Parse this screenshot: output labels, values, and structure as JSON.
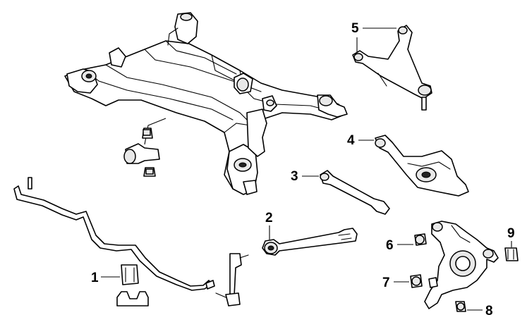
{
  "callouts": [
    {
      "number": "1",
      "part": "stabilizer-bar-bushing"
    },
    {
      "number": "2",
      "part": "lower-link-rod"
    },
    {
      "number": "3",
      "part": "lateral-link"
    },
    {
      "number": "4",
      "part": "lower-control-arm"
    },
    {
      "number": "5",
      "part": "upper-control-arm"
    },
    {
      "number": "6",
      "part": "knuckle-bushing-upper"
    },
    {
      "number": "7",
      "part": "knuckle-bushing-lower"
    },
    {
      "number": "8",
      "part": "knuckle-bushing-small"
    },
    {
      "number": "9",
      "part": "knuckle-bushing-outer"
    }
  ]
}
